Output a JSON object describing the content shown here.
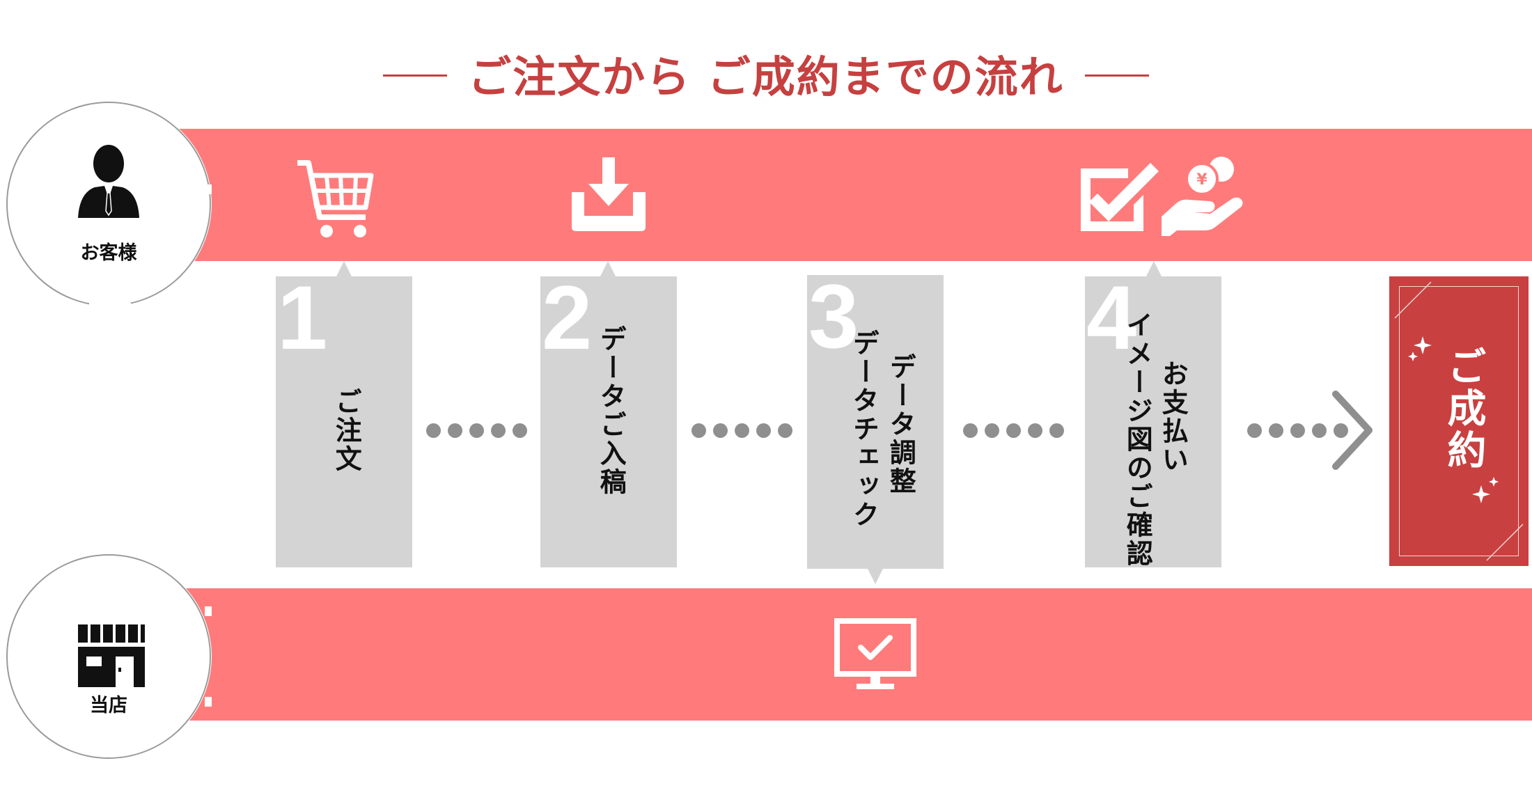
{
  "title": "ご注文から ご成約までの流れ",
  "actors": {
    "customer": {
      "label": "お客様",
      "icon": "businessman-icon"
    },
    "store": {
      "label": "当店",
      "icon": "storefront-icon"
    }
  },
  "icons": {
    "cart": "shopping-cart-icon",
    "download": "download-tray-icon",
    "check": "checkbox-icon",
    "payment": "hand-coin-yen-icon",
    "monitor": "monitor-check-icon",
    "coin_symbol": "¥"
  },
  "steps": [
    {
      "number": "1",
      "lines": [
        "ご注文"
      ]
    },
    {
      "number": "2",
      "lines": [
        "データご入稿"
      ]
    },
    {
      "number": "3",
      "lines": [
        "データ調整",
        "データチェック"
      ]
    },
    {
      "number": "4",
      "lines": [
        "お支払い",
        "イメージ図のご確認"
      ]
    }
  ],
  "final": {
    "label": "ご成約"
  },
  "colors": {
    "title": "#c64040",
    "band": "#ff7b7b",
    "card": "#d4d4d4",
    "final": "#c94040",
    "dots": "#8f8f8f"
  }
}
